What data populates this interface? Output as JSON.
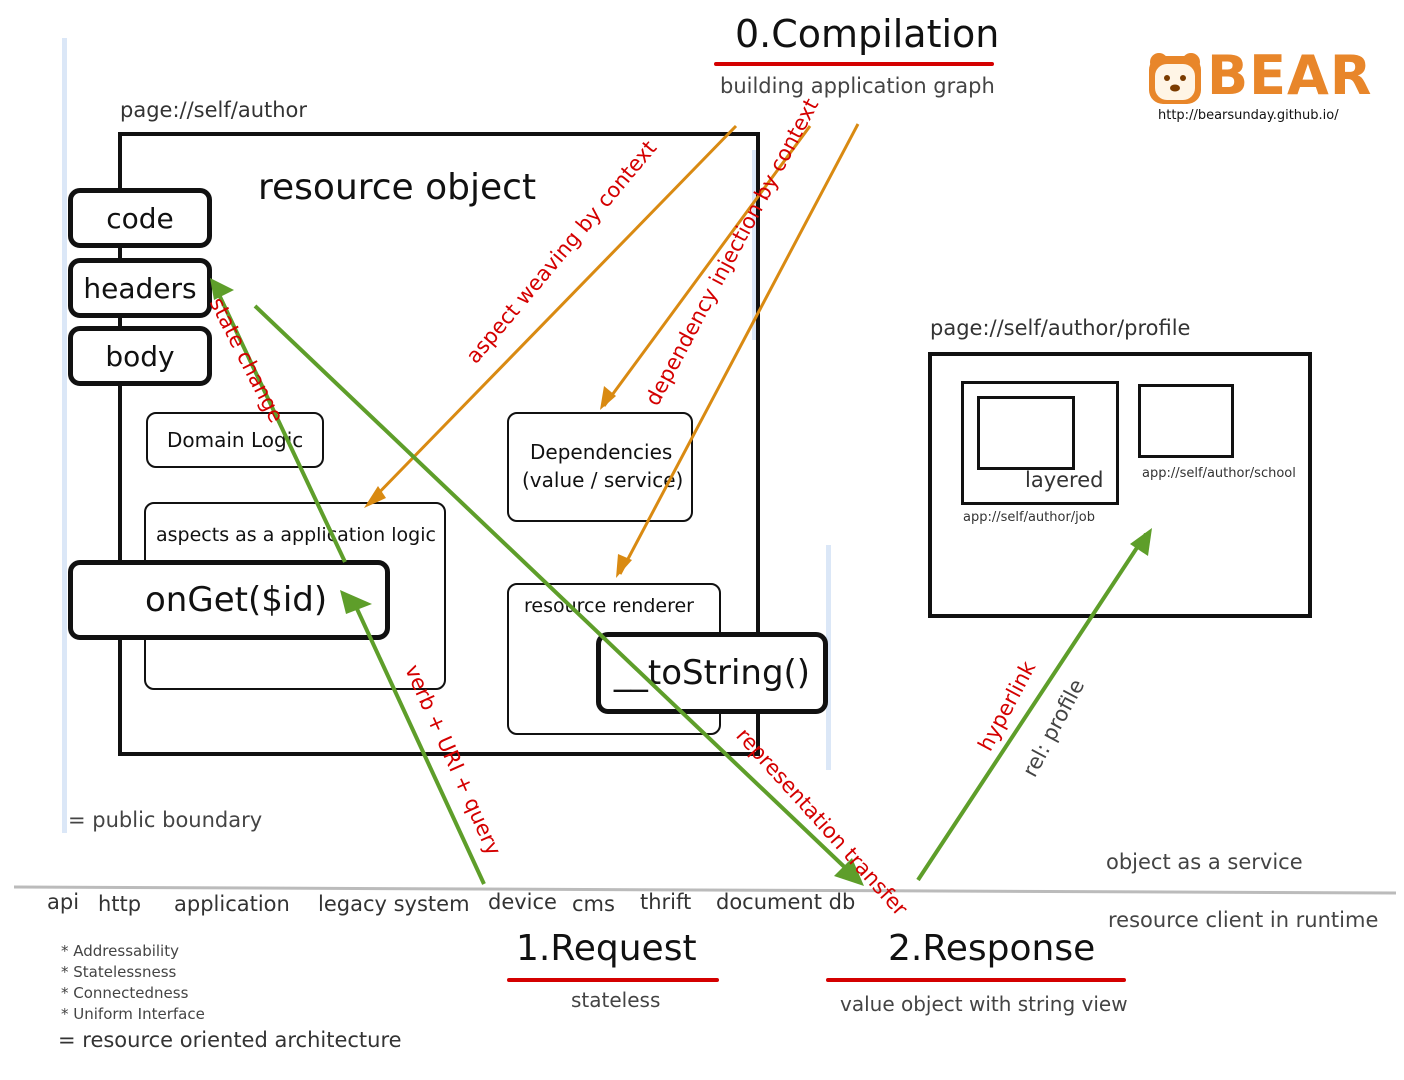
{
  "header": {
    "compilation_title": "0.Compilation",
    "compilation_sub": "building application graph",
    "logo_text": "BEAR",
    "logo_url": "http://bearsunday.github.io/"
  },
  "page_author": {
    "uri": "page://self/author",
    "title": "resource object",
    "code": "code",
    "headers": "headers",
    "body": "body",
    "domain_logic": "Domain Logic",
    "aspects": "aspects as a application logic",
    "onget": "onGet($id)",
    "dependencies": "Dependencies",
    "dependencies_sub": "(value / service)",
    "renderer": "resource renderer",
    "tostring": "__toString()"
  },
  "page_profile": {
    "uri": "page://self/author/profile",
    "layered": "layered",
    "job": "app://self/author/job",
    "school": "app://self/author/school"
  },
  "arrows": {
    "aspect_weaving": "aspect weaving by context",
    "dependency_injection": "dependency injection by context",
    "state_change": "state change",
    "verb": "verb + URI + query",
    "representation": "representation transfer",
    "hyperlink": "hyperlink",
    "rel": "rel: profile"
  },
  "legend": {
    "public_boundary": "= public boundary",
    "object_service": "object as a service",
    "resource_client": "resource client in runtime"
  },
  "protocols": [
    "api",
    "http",
    "application",
    "legacy system",
    "device",
    "cms",
    "thrift",
    "document db"
  ],
  "principles": [
    "* Addressability",
    "* Statelessness",
    "* Connectedness",
    "* Uniform Interface"
  ],
  "roa": "= resource oriented architecture",
  "request": {
    "title": "1.Request",
    "sub": "stateless"
  },
  "response": {
    "title": "2.Response",
    "sub": "value object with string view"
  },
  "colors": {
    "red": "#d40000",
    "orange": "#d98a12",
    "green": "#5e9e2a",
    "blue_boundary": "#cfe0f5"
  }
}
